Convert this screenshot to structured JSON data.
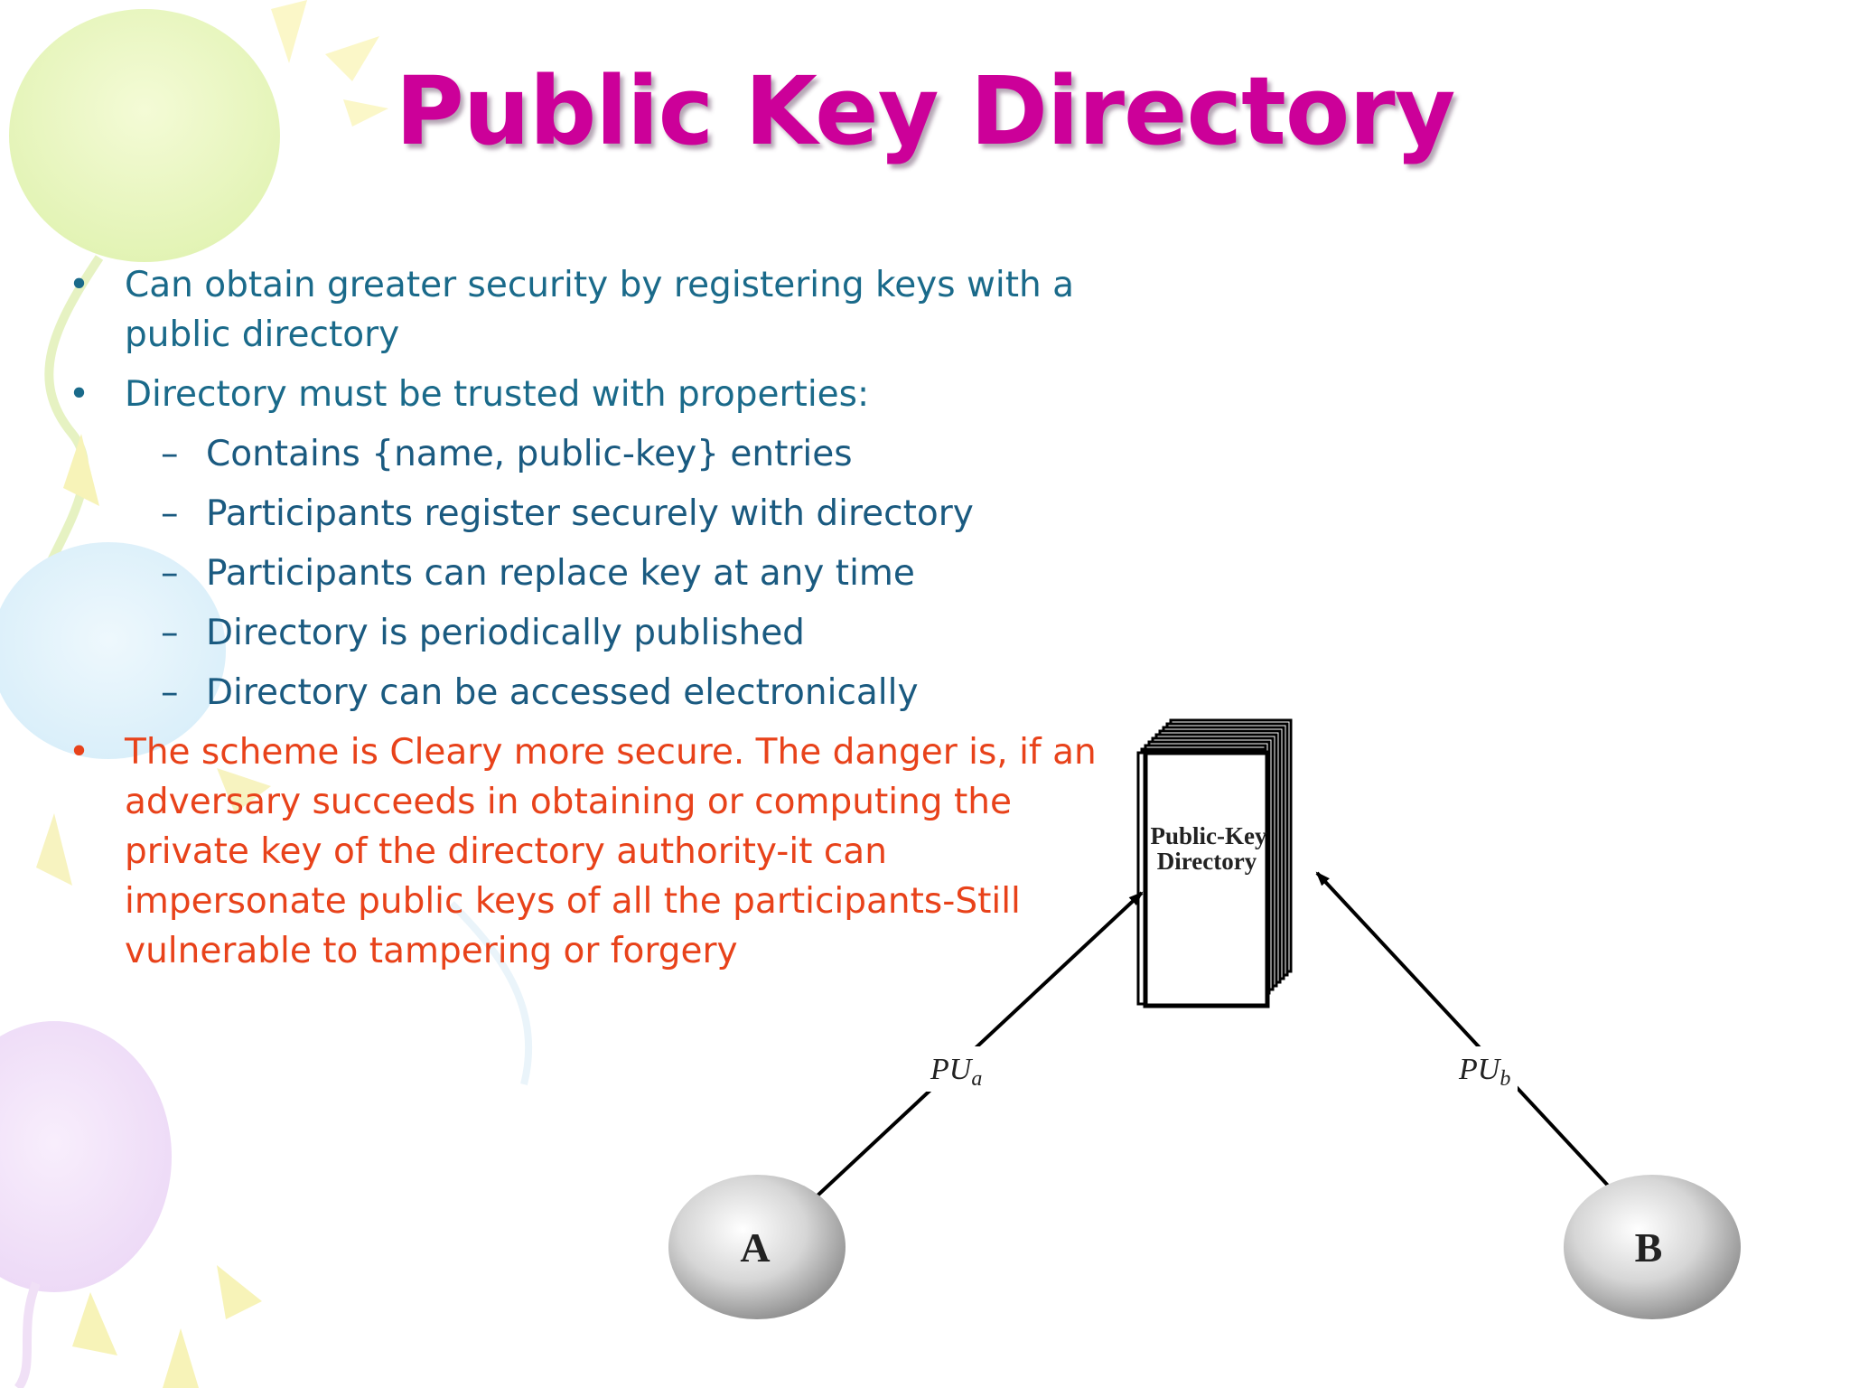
{
  "slide": {
    "title": "Public Key Directory",
    "bullets": [
      {
        "text": "Can obtain greater security by registering keys with a public directory",
        "lines": [
          "Can obtain greater security by registering keys with a",
          "public directory"
        ]
      },
      {
        "text": "Directory must be trusted with properties:",
        "lines": [
          "Directory must be trusted with properties:"
        ],
        "subitems": [
          "Contains {name, public-key} entries",
          "Participants register securely with directory",
          "Participants can replace key at any time",
          "Directory is periodically published",
          "Directory can be accessed electronically"
        ]
      },
      {
        "text": "The scheme is Cleary more secure. The danger is, if an adversary succeeds in obtaining or computing the private key of the directory authority-it can impersonate public keys of all the participants-Still vulnerable to tampering or  forgery",
        "lines": [
          "The scheme is Cleary more secure. The danger is, if an",
          "adversary succeeds in obtaining or computing the",
          "private key of the directory authority-it can",
          "impersonate public keys of all the participants-Still",
          "vulnerable to tampering or  forgery"
        ]
      }
    ],
    "bullet_glyph": "•",
    "dash_glyph": "–"
  },
  "diagram": {
    "directory_label_line1": "Public-Key",
    "directory_label_line2": "Directory",
    "node_a": "A",
    "node_b": "B",
    "edge_a_label_main": "PU",
    "edge_a_label_sub": "a",
    "edge_b_label_main": "PU",
    "edge_b_label_sub": "b"
  },
  "colors": {
    "title": "#cc0099",
    "body_text": "#1a6a8a",
    "warning_text": "#e8421a"
  }
}
